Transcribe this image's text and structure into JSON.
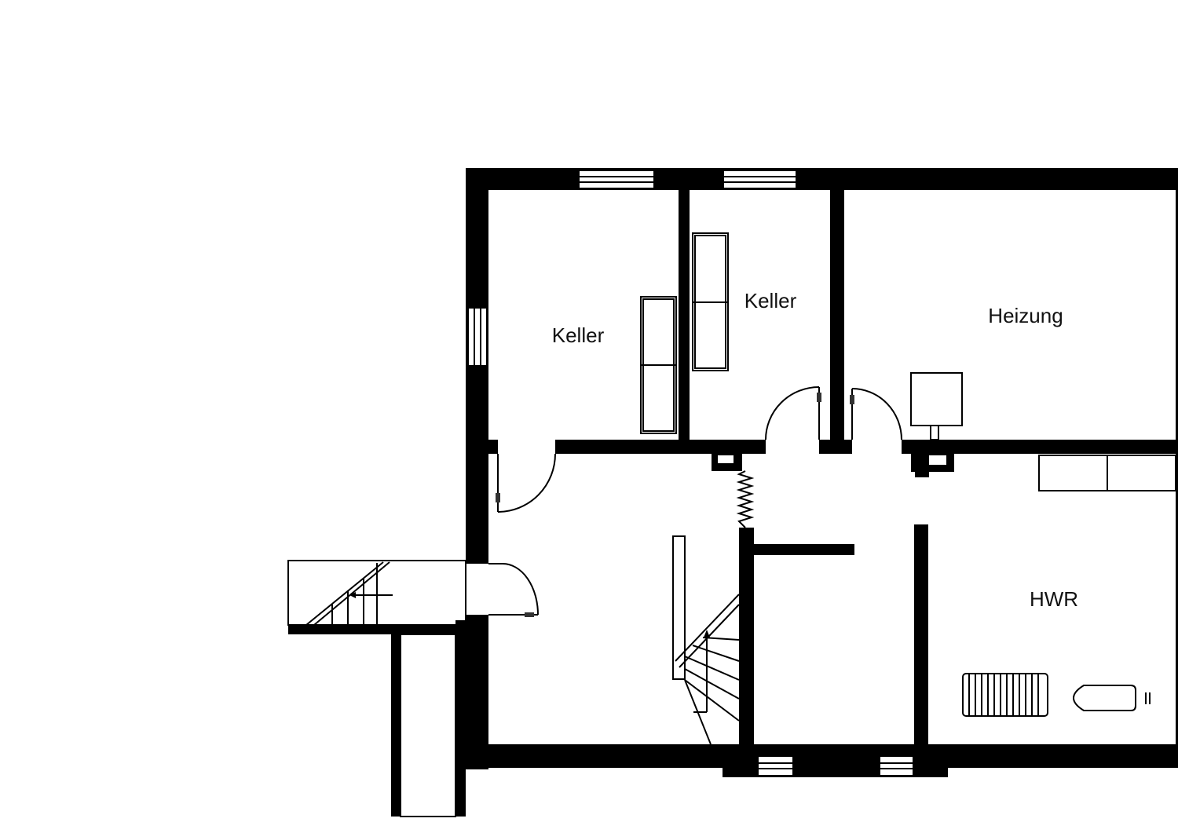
{
  "rooms": [
    {
      "id": "keller-1",
      "label": "Keller"
    },
    {
      "id": "keller-2",
      "label": "Keller"
    },
    {
      "id": "heizung",
      "label": "Heizung"
    },
    {
      "id": "hwr",
      "label": "HWR"
    }
  ],
  "colors": {
    "wall": "#000000",
    "background": "#ffffff"
  }
}
